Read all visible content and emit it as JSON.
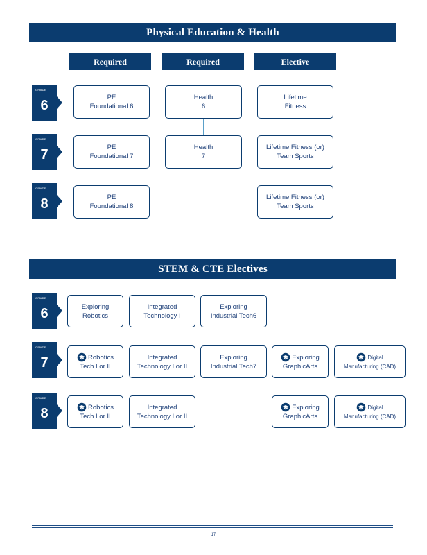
{
  "pe": {
    "title": "Physical Education & Health",
    "headers": [
      "Required",
      "Required",
      "Elective"
    ],
    "grade_label": "GRADE",
    "grades": [
      "6",
      "7",
      "8"
    ],
    "col1": [
      [
        "PE",
        "Foundational 6"
      ],
      [
        "PE",
        "Foundational 7"
      ],
      [
        "PE",
        "Foundational 8"
      ]
    ],
    "col2": [
      [
        "Health",
        "6"
      ],
      [
        "Health",
        "7"
      ]
    ],
    "col3": [
      [
        "Lifetime",
        "Fitness"
      ],
      [
        "Lifetime Fitness (or)",
        "Team Sports"
      ],
      [
        "Lifetime Fitness (or)",
        "Team Sports"
      ]
    ]
  },
  "stem": {
    "title": "STEM & CTE Electives",
    "grades": [
      "6",
      "7",
      "8"
    ],
    "g6": [
      [
        "Exploring",
        "Robotics"
      ],
      [
        "Integrated",
        "Technology I"
      ],
      [
        "Exploring",
        "Industrial Tech6"
      ]
    ],
    "g7": [
      [
        "Robotics",
        "Tech I or II"
      ],
      [
        "Integrated",
        "Technology I or II"
      ],
      [
        "Exploring",
        "Industrial Tech7"
      ],
      [
        "Exploring",
        "GraphicArts"
      ],
      [
        "Digital",
        "Manufacturing (CAD)"
      ]
    ],
    "g8": [
      [
        "Robotics",
        "Tech I or II"
      ],
      [
        "Integrated",
        "Technology I or II"
      ],
      [
        "Exploring",
        "GraphicArts"
      ],
      [
        "Digital",
        "Manufacturing (CAD)"
      ]
    ]
  },
  "icons": {
    "cap": "graduation-cap-icon"
  },
  "colors": {
    "navy": "#0b3c6f",
    "text": "#1d3f78",
    "connector": "#5aa0c9"
  },
  "footer": {
    "page_number": "17"
  }
}
